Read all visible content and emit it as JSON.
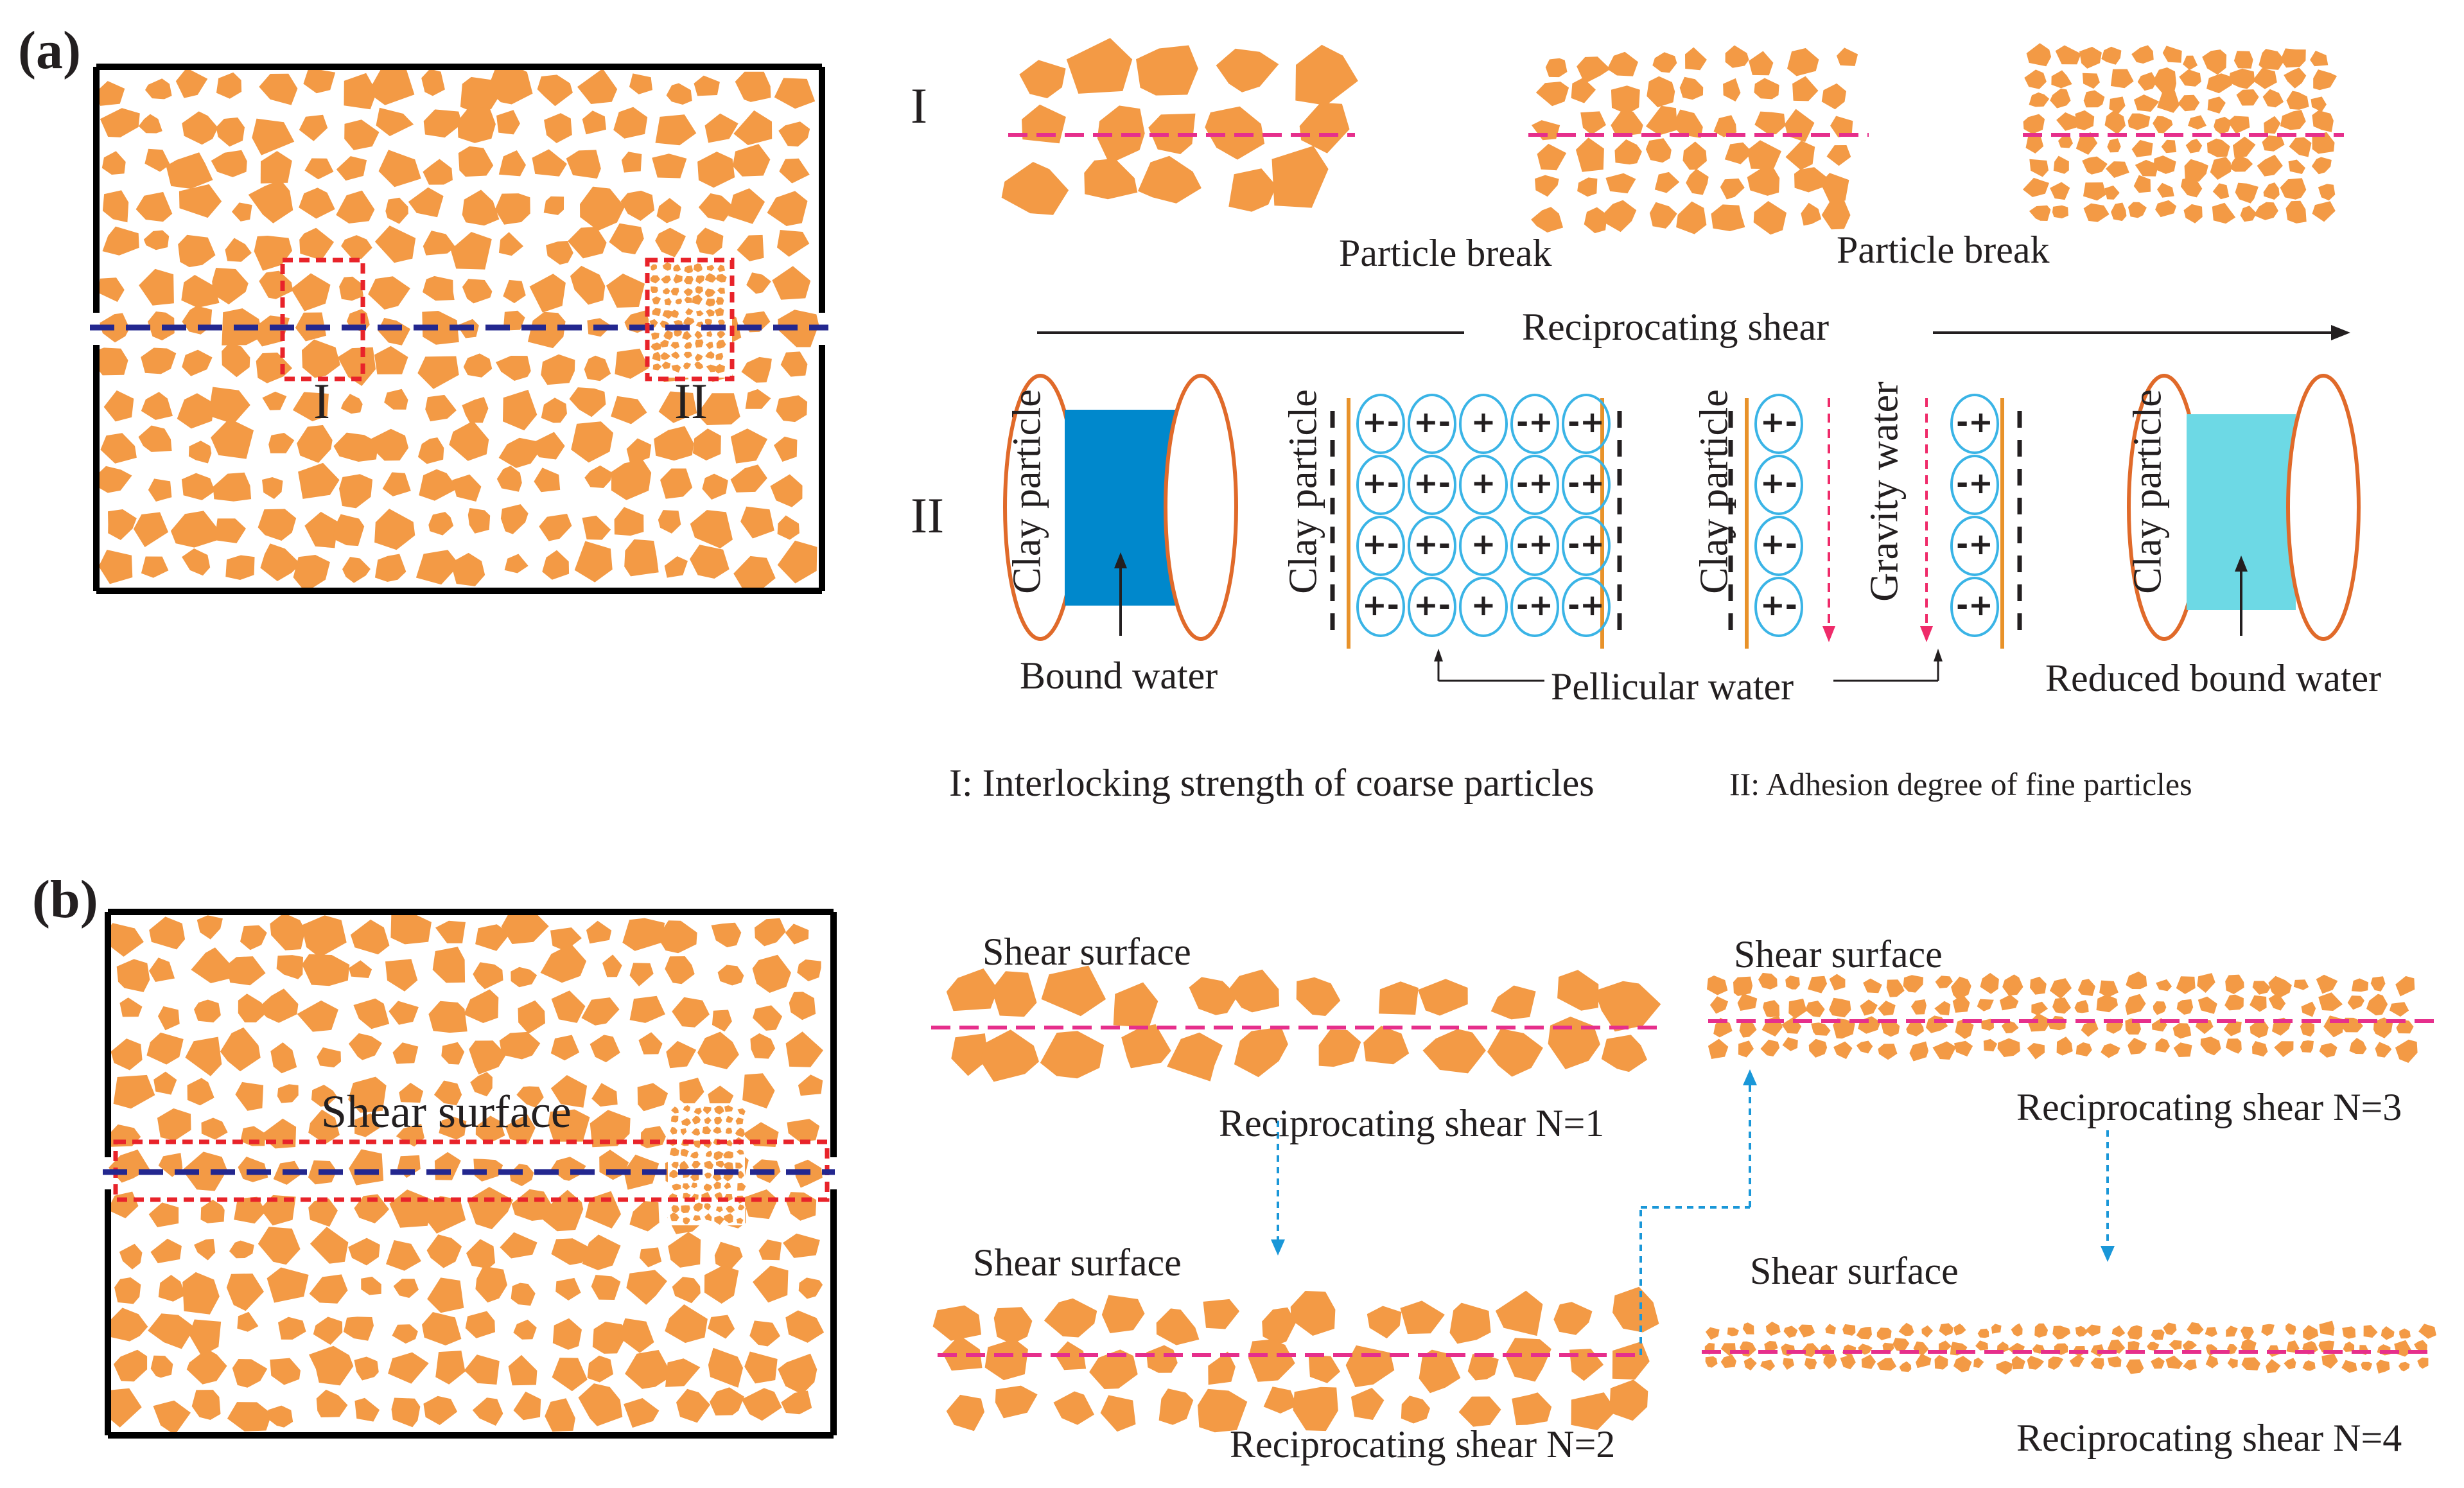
{
  "colors": {
    "particle": "#f39a45",
    "box": "#000000",
    "shear_line": "#23278f",
    "section_line": "#e62f8c",
    "marker_box": "#e8232a",
    "bound_water": "#0088cc",
    "reduced_water": "#6dd9e5",
    "clay_outline": "#e06a2a",
    "water_ring": "#3ab4e6",
    "gravity_arrow": "#ef2b6a",
    "transition_arrow": "#1a97d8"
  },
  "panel_a": {
    "label": "(a)",
    "markers": [
      "I",
      "II"
    ],
    "row_I": {
      "label": "I",
      "captions": [
        "Particle break",
        "Particle break"
      ]
    },
    "process_label": "Reciprocating shear",
    "row_II": {
      "label": "II",
      "clay_particle": "Clay particle",
      "bound_water": "Bound water",
      "pellicular_water": "Pellicular water",
      "gravity_water": "Gravity water",
      "reduced_bound_water": "Reduced bound water",
      "ion_rows": [
        [
          "+-",
          "+-",
          "+",
          "-+",
          "-+"
        ],
        [
          "+-",
          "+-",
          "+",
          "-+",
          "-+"
        ],
        [
          "+-",
          "+-",
          "+",
          "-+",
          "-+"
        ],
        [
          "+-",
          "+-",
          "+",
          "-+",
          "-+"
        ]
      ],
      "left_col": [
        "+-",
        "+-",
        "+-",
        "+-"
      ],
      "right_col": [
        "-+",
        "-+",
        "-+",
        "-+"
      ]
    },
    "legend_I": "I: Interlocking strength of coarse particles",
    "legend_II": "II: Adhesion degree of fine particles"
  },
  "panel_b": {
    "label": "(b)",
    "box_label": "Shear surface",
    "stages": [
      {
        "surface": "Shear surface",
        "caption": "Reciprocating shear N=1"
      },
      {
        "surface": "Shear surface",
        "caption": "Reciprocating shear N=2"
      },
      {
        "surface": "Shear surface",
        "caption": "Reciprocating shear N=3"
      },
      {
        "surface": "Shear surface",
        "caption": "Reciprocating shear N=4"
      }
    ]
  }
}
